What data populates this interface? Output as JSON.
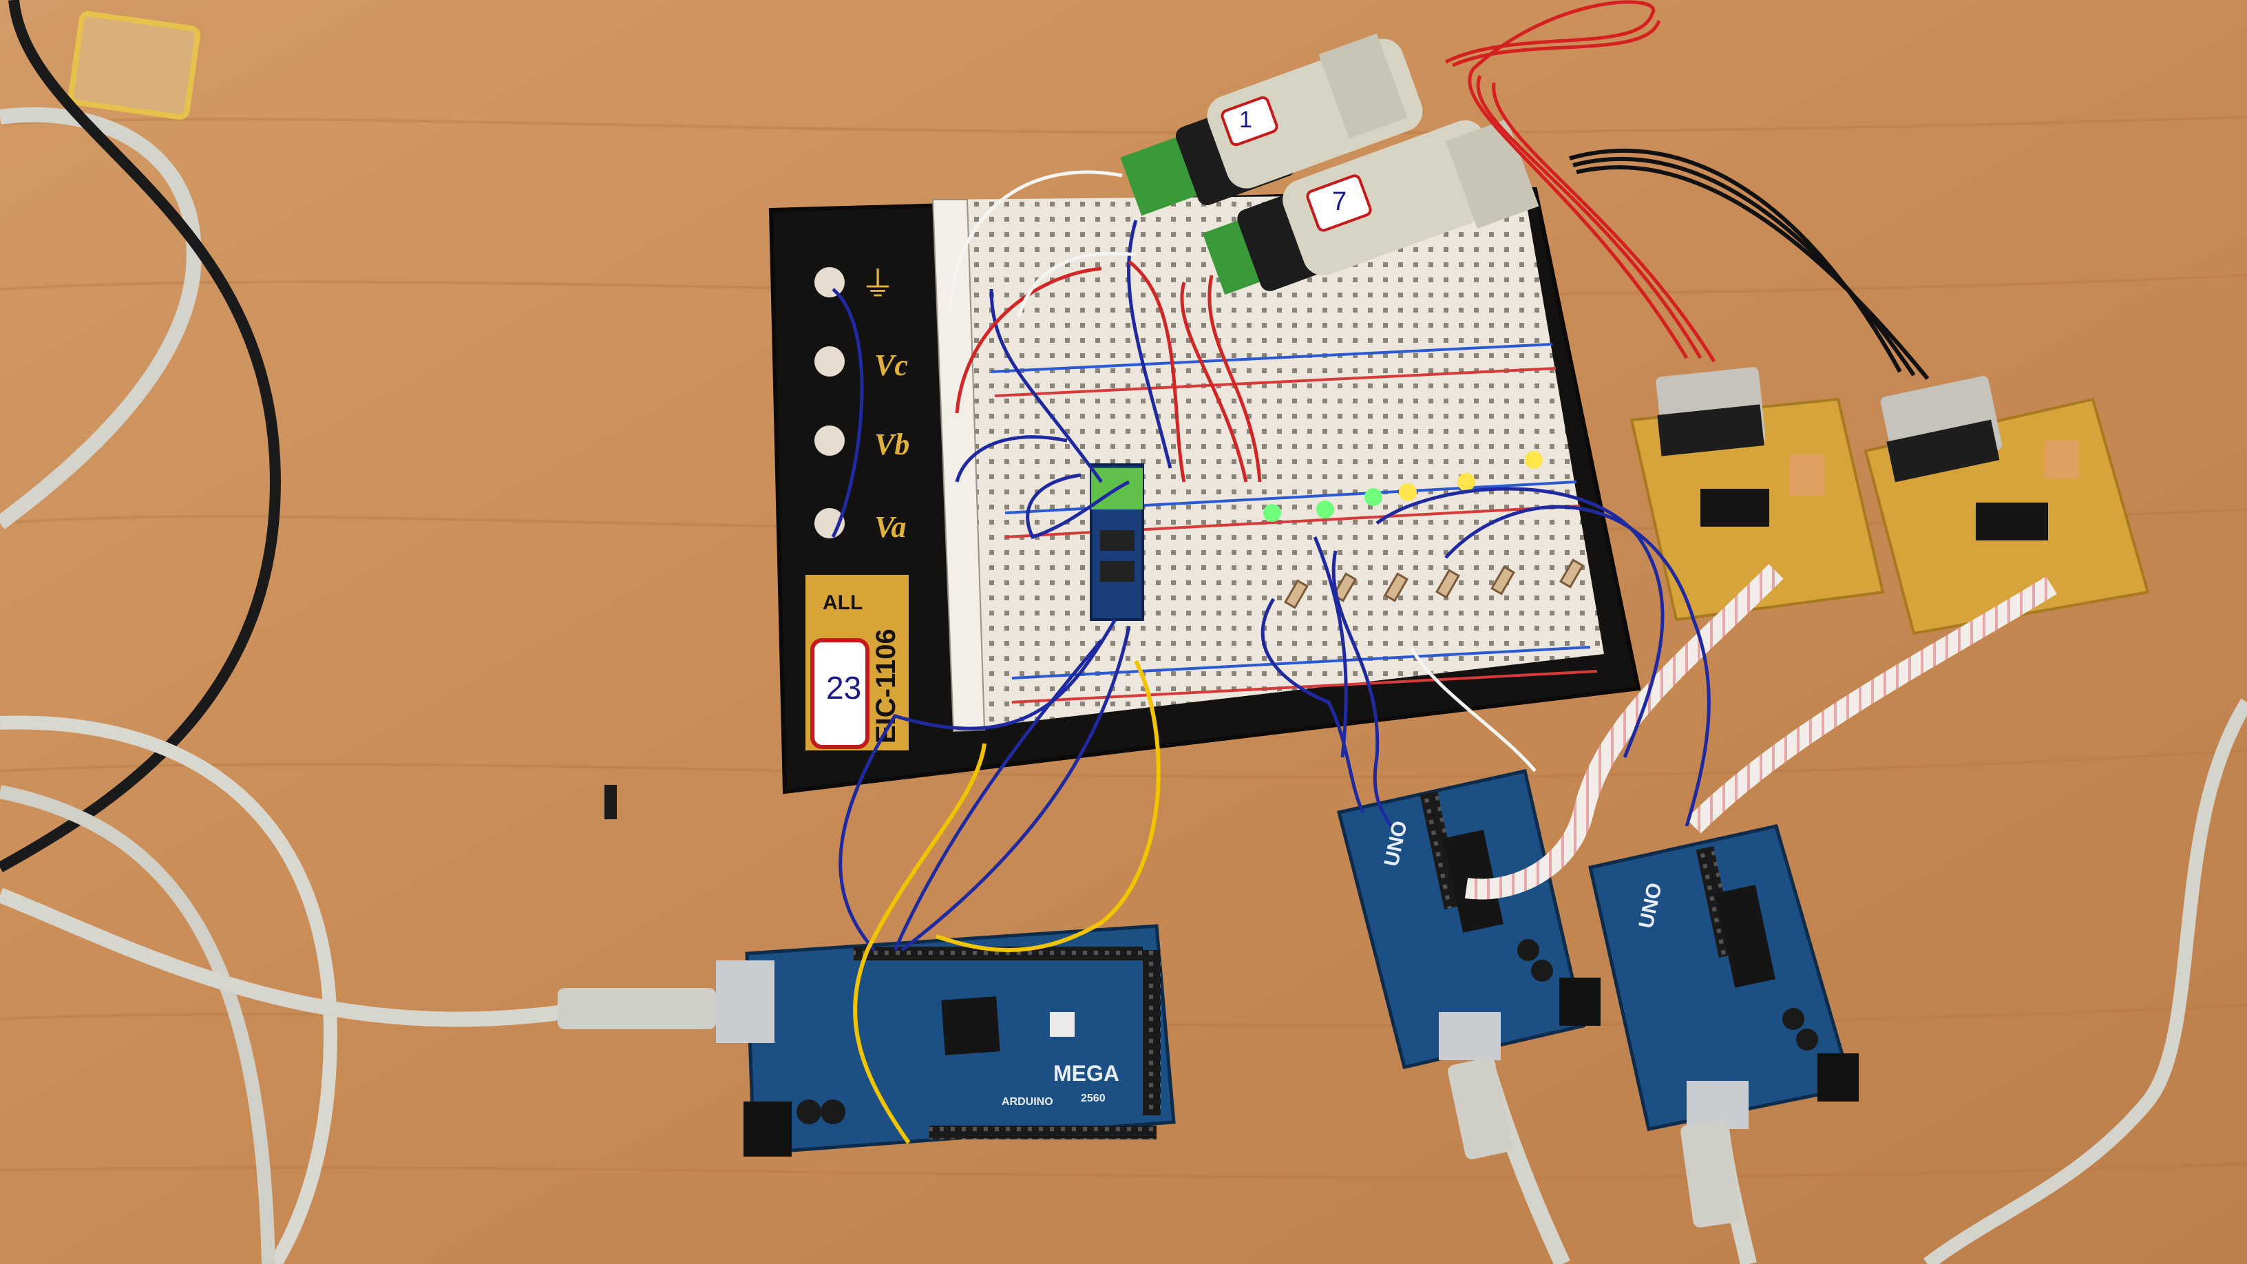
{
  "scene": {
    "description_labels": {
      "breadboard_model": "EIC-1106",
      "breadboard_brand": "ALL",
      "breadboard_tag": "23",
      "terminal_va": "Va",
      "terminal_vb": "Vb",
      "terminal_vc": "Vc",
      "converter_label_1": "1",
      "converter_label_2": "7",
      "mega_label": "MEGA",
      "mega_sub": "2560",
      "mega_brand": "ARDUINO",
      "uno_label_1": "UNO",
      "uno_label_2": "UNO"
    },
    "colors": {
      "desk": "#c98d59",
      "breadboard_base": "#151311",
      "breadboard_face": "#efe9df",
      "arduino_blue": "#1c4f83",
      "pcb_yellow": "#d8a53c",
      "wire_blue": "#1f2aa0",
      "wire_red": "#d22525",
      "wire_yellow": "#f2c400",
      "cable_grey": "#d9d9d2",
      "cable_black": "#1a1a1a",
      "adapter_grey": "#d8d4c4",
      "terminal_green": "#3a9a3a"
    }
  }
}
